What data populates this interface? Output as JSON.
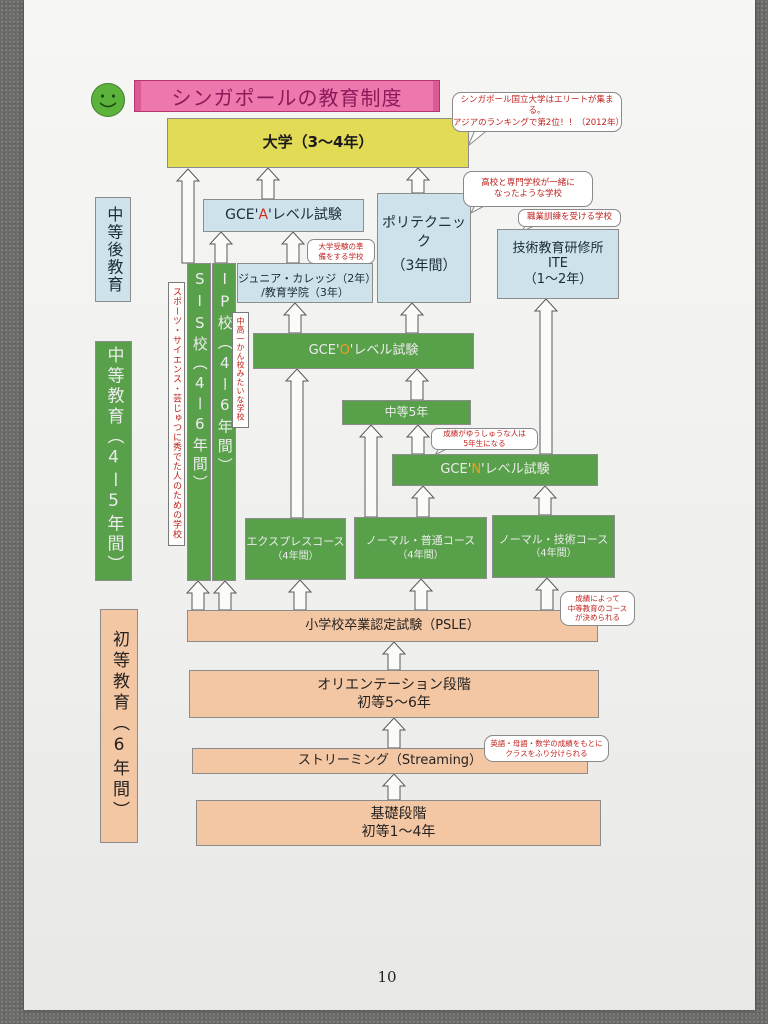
{
  "title": {
    "banner_text": "シンガポールの教育制度",
    "icon": "smiley-face-icon"
  },
  "stage_labels": {
    "post_secondary": "中等後教育",
    "secondary": "中等教育（4ー5年間）",
    "primary": "初等教育（6年間）"
  },
  "post_secondary": {
    "university": "大学（3～4年）",
    "gce_a": {
      "prefix": "GCE'",
      "letter": "A",
      "suffix": "'レベル試験"
    },
    "junior_college": {
      "line1": "ジュニア・カレッジ（2年）",
      "line2": "/教育学院（3年）"
    },
    "polytechnic": {
      "line1": "ポリテクニック",
      "line2": "（3年間）"
    },
    "ite": {
      "line1": "技術教育研修所",
      "line2": "ITE",
      "line3": "（1～2年）"
    }
  },
  "secondary": {
    "sis": "SIS校（4ー6年間）",
    "ip": "IP校（4ー6年間）",
    "gce_o": {
      "prefix": "GCE'",
      "letter": "O",
      "suffix": "'レベル試験"
    },
    "sec5": "中等5年",
    "gce_n": {
      "prefix": "GCE'",
      "letter": "N",
      "suffix": "'レベル試験"
    },
    "express": {
      "line1": "エクスプレスコース",
      "line2": "（4年間）"
    },
    "normal_academic": {
      "line1": "ノーマル・普通コース",
      "line2": "（4年間）"
    },
    "normal_technical": {
      "line1": "ノーマル・技術コース",
      "line2": "（4年間）"
    }
  },
  "primary": {
    "psle": "小学校卒業認定試験（PSLE）",
    "orientation": {
      "line1": "オリエンテーション段階",
      "line2": "初等5～6年"
    },
    "streaming": "ストリーミング（Streaming）",
    "foundation": {
      "line1": "基礎段階",
      "line2": "初等1～4年"
    }
  },
  "notes": {
    "university": "シンガポール国立大学はエリートが集まる。\nアジアのランキングで第2位！！（2012年）",
    "polytechnic": "高校と専門学校が一緒に\nなったような学校",
    "ite": "職業訓練を受ける学校",
    "junior_college": "大学受験の準\n備をする学校",
    "sis": "スポーツ・サイエンス・芸じゅつに秀でた人のための学校",
    "ip": "中高一かん校みたいな学校",
    "sec5": "成績がゆうしゅうな人は\n5年生になる",
    "psle": "成績によって\n中等教育のコース\nが決められる",
    "streaming": "英語・母語・数学の成績をもとに\nクラスをふり分けられる"
  },
  "page_number": "10",
  "colors": {
    "banner": "#ee78ae",
    "banner_text": "#8a1a58",
    "university": "#e2db55",
    "post_secondary": "#cde2ea",
    "secondary": "#58a04a",
    "primary": "#f3c7a4",
    "note_text": "#c0221e",
    "red_letter": "#d62a1e",
    "amber_letter": "#f0a020"
  }
}
